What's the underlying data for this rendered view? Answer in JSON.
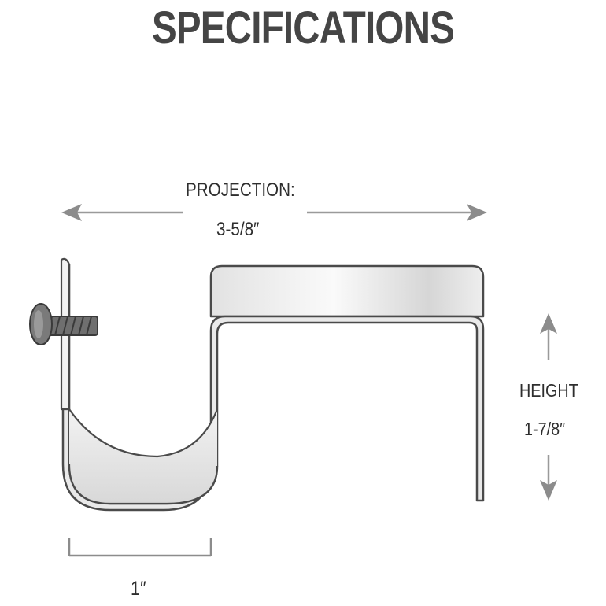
{
  "title": "SPECIFICATIONS",
  "projection": {
    "label": "PROJECTION:",
    "value": "3-5/8″"
  },
  "height": {
    "label": "HEIGHT",
    "value": "1-7/8″"
  },
  "width": {
    "value": "1″"
  },
  "colors": {
    "title": "#454545",
    "outline": "#4a4a4a",
    "arrow": "#8c8c8c",
    "metal_light": "#f7f7f7",
    "metal_mid": "#cfcfcf"
  }
}
